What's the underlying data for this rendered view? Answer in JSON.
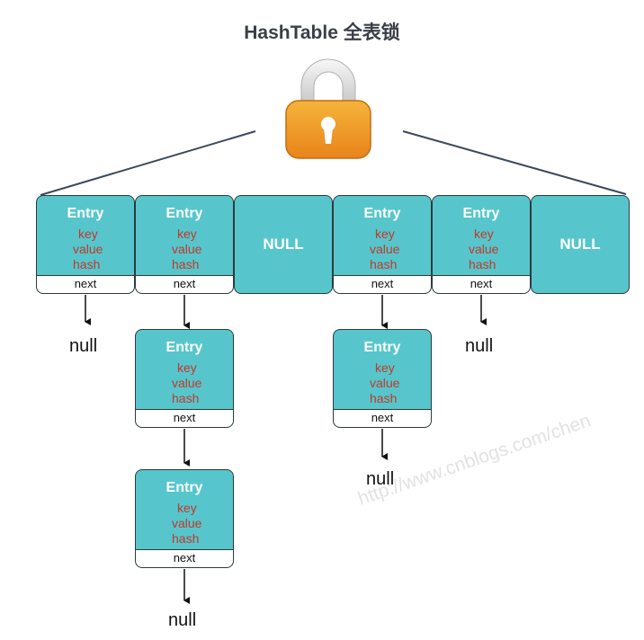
{
  "title": "HashTable 全表锁",
  "icon": "lock-icon",
  "colors": {
    "cell": "#56c6cc",
    "field": "#c0392b",
    "entry_label": "#ffffff",
    "border": "#2f3a3a"
  },
  "table": [
    {
      "type": "entry",
      "entry": "Entry",
      "key": "key",
      "value": "value",
      "hash": "hash",
      "next": "next",
      "chain_end": "null"
    },
    {
      "type": "entry",
      "entry": "Entry",
      "key": "key",
      "value": "value",
      "hash": "hash",
      "next": "next"
    },
    {
      "type": "null",
      "label": "NULL"
    },
    {
      "type": "entry",
      "entry": "Entry",
      "key": "key",
      "value": "value",
      "hash": "hash",
      "next": "next"
    },
    {
      "type": "entry",
      "entry": "Entry",
      "key": "key",
      "value": "value",
      "hash": "hash",
      "next": "next",
      "chain_end": "null"
    },
    {
      "type": "null",
      "label": "NULL"
    }
  ],
  "chains": [
    {
      "bucket": 2,
      "nodes": [
        {
          "entry": "Entry",
          "key": "key",
          "value": "value",
          "hash": "hash",
          "next": "next"
        },
        {
          "entry": "Entry",
          "key": "key",
          "value": "value",
          "hash": "hash",
          "next": "next"
        }
      ],
      "end": "null"
    },
    {
      "bucket": 4,
      "nodes": [
        {
          "entry": "Entry",
          "key": "key",
          "value": "value",
          "hash": "hash",
          "next": "next"
        }
      ],
      "end": "null"
    }
  ],
  "watermark": "http://www.cnblogs.com/chen"
}
